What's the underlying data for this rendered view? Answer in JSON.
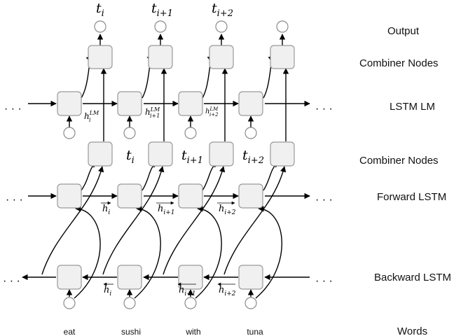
{
  "row_labels": {
    "output": "Output",
    "combiner_top": "Combiner Nodes",
    "lstm_lm": "LSTM LM",
    "combiner_mid": "Combiner Nodes",
    "forward": "Forward LSTM",
    "backward": "Backward LSTM",
    "words": "Words"
  },
  "words": [
    "eat",
    "sushi",
    "with",
    "tuna"
  ],
  "output_labels": [
    {
      "base": "t",
      "sub": "i"
    },
    {
      "base": "t",
      "sub": "i+1"
    },
    {
      "base": "t",
      "sub": "i+2"
    }
  ],
  "tag_labels": [
    {
      "base": "t",
      "sub": "i"
    },
    {
      "base": "t",
      "sub": "i+1"
    },
    {
      "base": "t",
      "sub": "i+2"
    }
  ],
  "lm_hidden": [
    {
      "base": "h",
      "sub": "i",
      "sup": "LM"
    },
    {
      "base": "h",
      "sub": "i+1",
      "sup": "LM"
    },
    {
      "base": "h",
      "sub": "i+2",
      "sup": "LM"
    }
  ],
  "forward_hidden": [
    {
      "base": "h",
      "sub": "i"
    },
    {
      "base": "h",
      "sub": "i+1"
    },
    {
      "base": "h",
      "sub": "i+2"
    }
  ],
  "backward_hidden": [
    {
      "base": "h",
      "sub": "i"
    },
    {
      "base": "h",
      "sub": "i+1"
    },
    {
      "base": "h",
      "sub": "i+2"
    }
  ],
  "ellipsis": "· · ·"
}
